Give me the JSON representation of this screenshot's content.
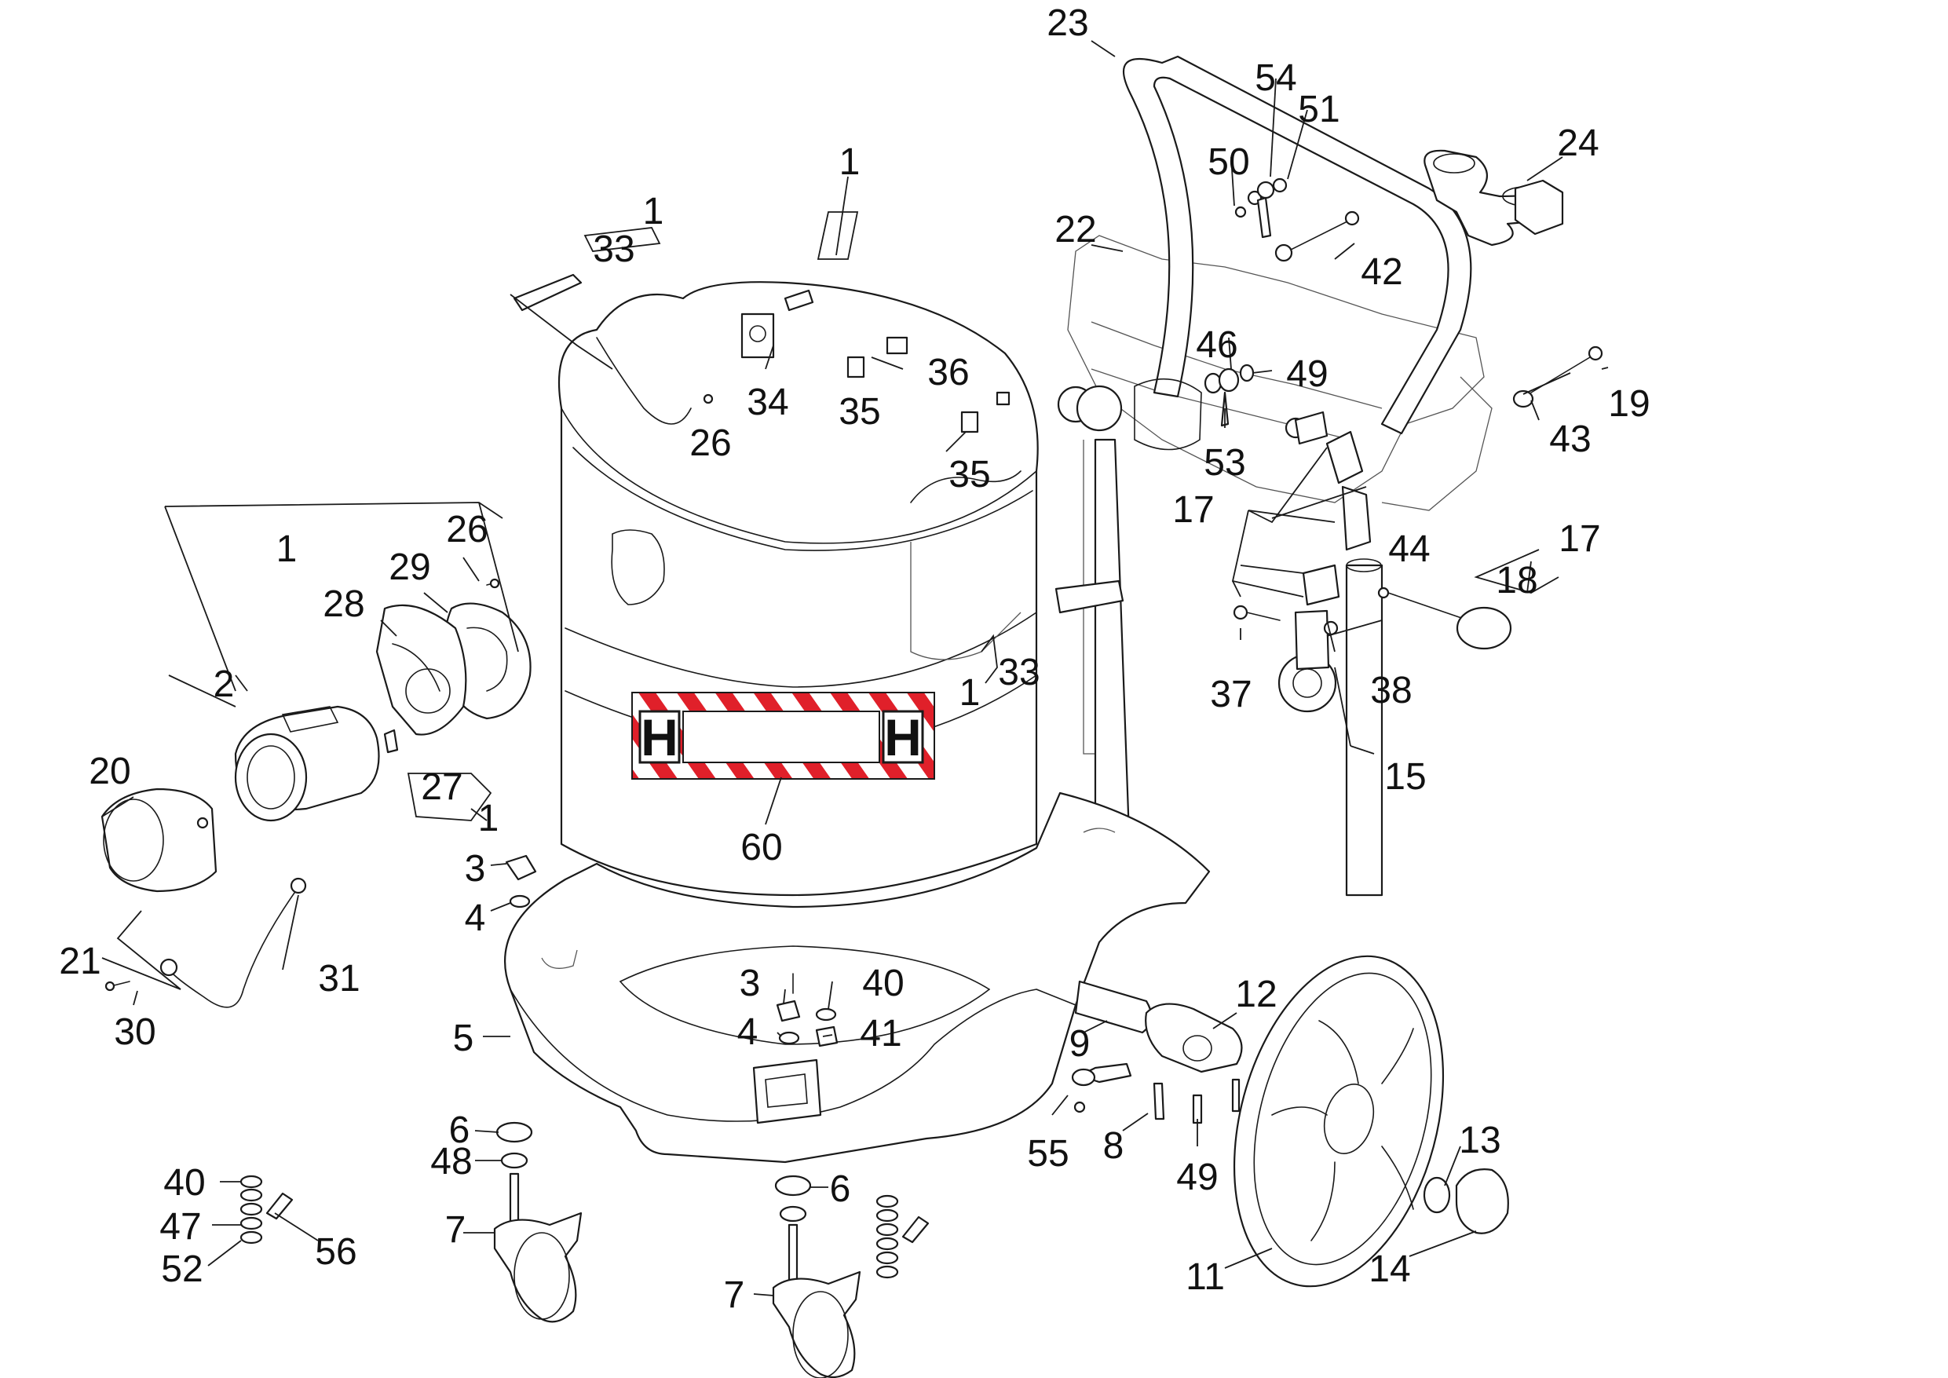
{
  "colors": {
    "line": "#1a1a1a",
    "label_stripe": "#e0202a",
    "background": "#ffffff"
  },
  "hazard_label": {
    "left_letter": "H",
    "right_letter": "H"
  },
  "callouts": [
    {
      "id": "c23",
      "text": "23"
    },
    {
      "id": "c54",
      "text": "54"
    },
    {
      "id": "c51",
      "text": "51"
    },
    {
      "id": "c50",
      "text": "50"
    },
    {
      "id": "c24",
      "text": "24"
    },
    {
      "id": "c1top",
      "text": "1"
    },
    {
      "id": "c1a",
      "text": "1"
    },
    {
      "id": "c33a",
      "text": "33"
    },
    {
      "id": "c22",
      "text": "22"
    },
    {
      "id": "c42",
      "text": "42"
    },
    {
      "id": "c46",
      "text": "46"
    },
    {
      "id": "c49a",
      "text": "49"
    },
    {
      "id": "c19",
      "text": "19"
    },
    {
      "id": "c43",
      "text": "43"
    },
    {
      "id": "c34",
      "text": "34"
    },
    {
      "id": "c35a",
      "text": "35"
    },
    {
      "id": "c36",
      "text": "36"
    },
    {
      "id": "c26a",
      "text": "26"
    },
    {
      "id": "c53",
      "text": "53"
    },
    {
      "id": "c35b",
      "text": "35"
    },
    {
      "id": "c17a",
      "text": "17"
    },
    {
      "id": "c1b",
      "text": "1"
    },
    {
      "id": "c26b",
      "text": "26"
    },
    {
      "id": "c29",
      "text": "29"
    },
    {
      "id": "c28",
      "text": "28"
    },
    {
      "id": "c44",
      "text": "44"
    },
    {
      "id": "c17b",
      "text": "17"
    },
    {
      "id": "c18",
      "text": "18"
    },
    {
      "id": "c2",
      "text": "2"
    },
    {
      "id": "c1c",
      "text": "1"
    },
    {
      "id": "c33b",
      "text": "33"
    },
    {
      "id": "c37",
      "text": "37"
    },
    {
      "id": "c38",
      "text": "38"
    },
    {
      "id": "c20",
      "text": "20"
    },
    {
      "id": "c27",
      "text": "27"
    },
    {
      "id": "c1d",
      "text": "1"
    },
    {
      "id": "c15",
      "text": "15"
    },
    {
      "id": "c60",
      "text": "60"
    },
    {
      "id": "c3a",
      "text": "3"
    },
    {
      "id": "c4a",
      "text": "4"
    },
    {
      "id": "c21",
      "text": "21"
    },
    {
      "id": "c31",
      "text": "31"
    },
    {
      "id": "c30",
      "text": "30"
    },
    {
      "id": "c3b",
      "text": "3"
    },
    {
      "id": "c40a",
      "text": "40"
    },
    {
      "id": "c4b",
      "text": "4"
    },
    {
      "id": "c41",
      "text": "41"
    },
    {
      "id": "c12",
      "text": "12"
    },
    {
      "id": "c5",
      "text": "5"
    },
    {
      "id": "c9",
      "text": "9"
    },
    {
      "id": "c6a",
      "text": "6"
    },
    {
      "id": "c48",
      "text": "48"
    },
    {
      "id": "c55",
      "text": "55"
    },
    {
      "id": "c8",
      "text": "8"
    },
    {
      "id": "c49b",
      "text": "49"
    },
    {
      "id": "c13",
      "text": "13"
    },
    {
      "id": "c40b",
      "text": "40"
    },
    {
      "id": "c6b",
      "text": "6"
    },
    {
      "id": "c7a",
      "text": "7"
    },
    {
      "id": "c47",
      "text": "47"
    },
    {
      "id": "c56",
      "text": "56"
    },
    {
      "id": "c52",
      "text": "52"
    },
    {
      "id": "c11",
      "text": "11"
    },
    {
      "id": "c14",
      "text": "14"
    },
    {
      "id": "c7b",
      "text": "7"
    }
  ]
}
